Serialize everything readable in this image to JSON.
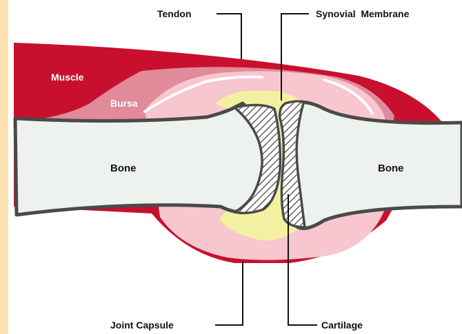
{
  "labels": {
    "tendon": "Tendon",
    "synovial_membrane": "Synovial  Membrane",
    "muscle": "Muscle",
    "bursa": "Bursa",
    "bone_left": "Bone",
    "bone_right": "Bone",
    "joint_capsule": "Joint Capsule",
    "cartilage": "Cartilage"
  },
  "colors": {
    "left_strip": "#fde3b4",
    "muscle": "#c8102e",
    "bursa": "#e08a9a",
    "capsule_inner": "#f7c6cf",
    "synovial_fluid": "#f4f0a2",
    "bone_fill": "#eef2ee",
    "outline": "#4a4a4a",
    "label_text": "#111111",
    "label_text_on_red": "#ffffff"
  }
}
